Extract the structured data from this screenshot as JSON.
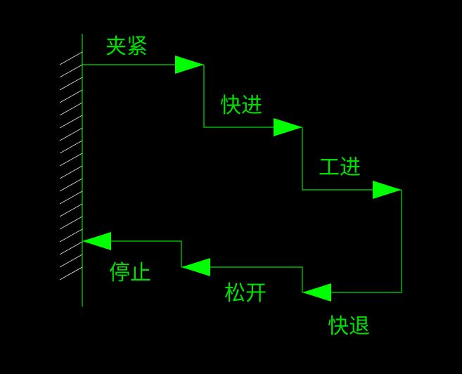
{
  "diagram": {
    "colors": {
      "background": "#000000",
      "line": "#00e000",
      "arrow": "#00ff00",
      "hatch": "#d8d8d8"
    },
    "steps": [
      {
        "id": "clamp",
        "label": "夹紧"
      },
      {
        "id": "rapid-advance",
        "label": "快进"
      },
      {
        "id": "work-feed",
        "label": "工进"
      },
      {
        "id": "rapid-return",
        "label": "快退"
      },
      {
        "id": "release",
        "label": "松开"
      },
      {
        "id": "stop",
        "label": "停止"
      }
    ]
  }
}
